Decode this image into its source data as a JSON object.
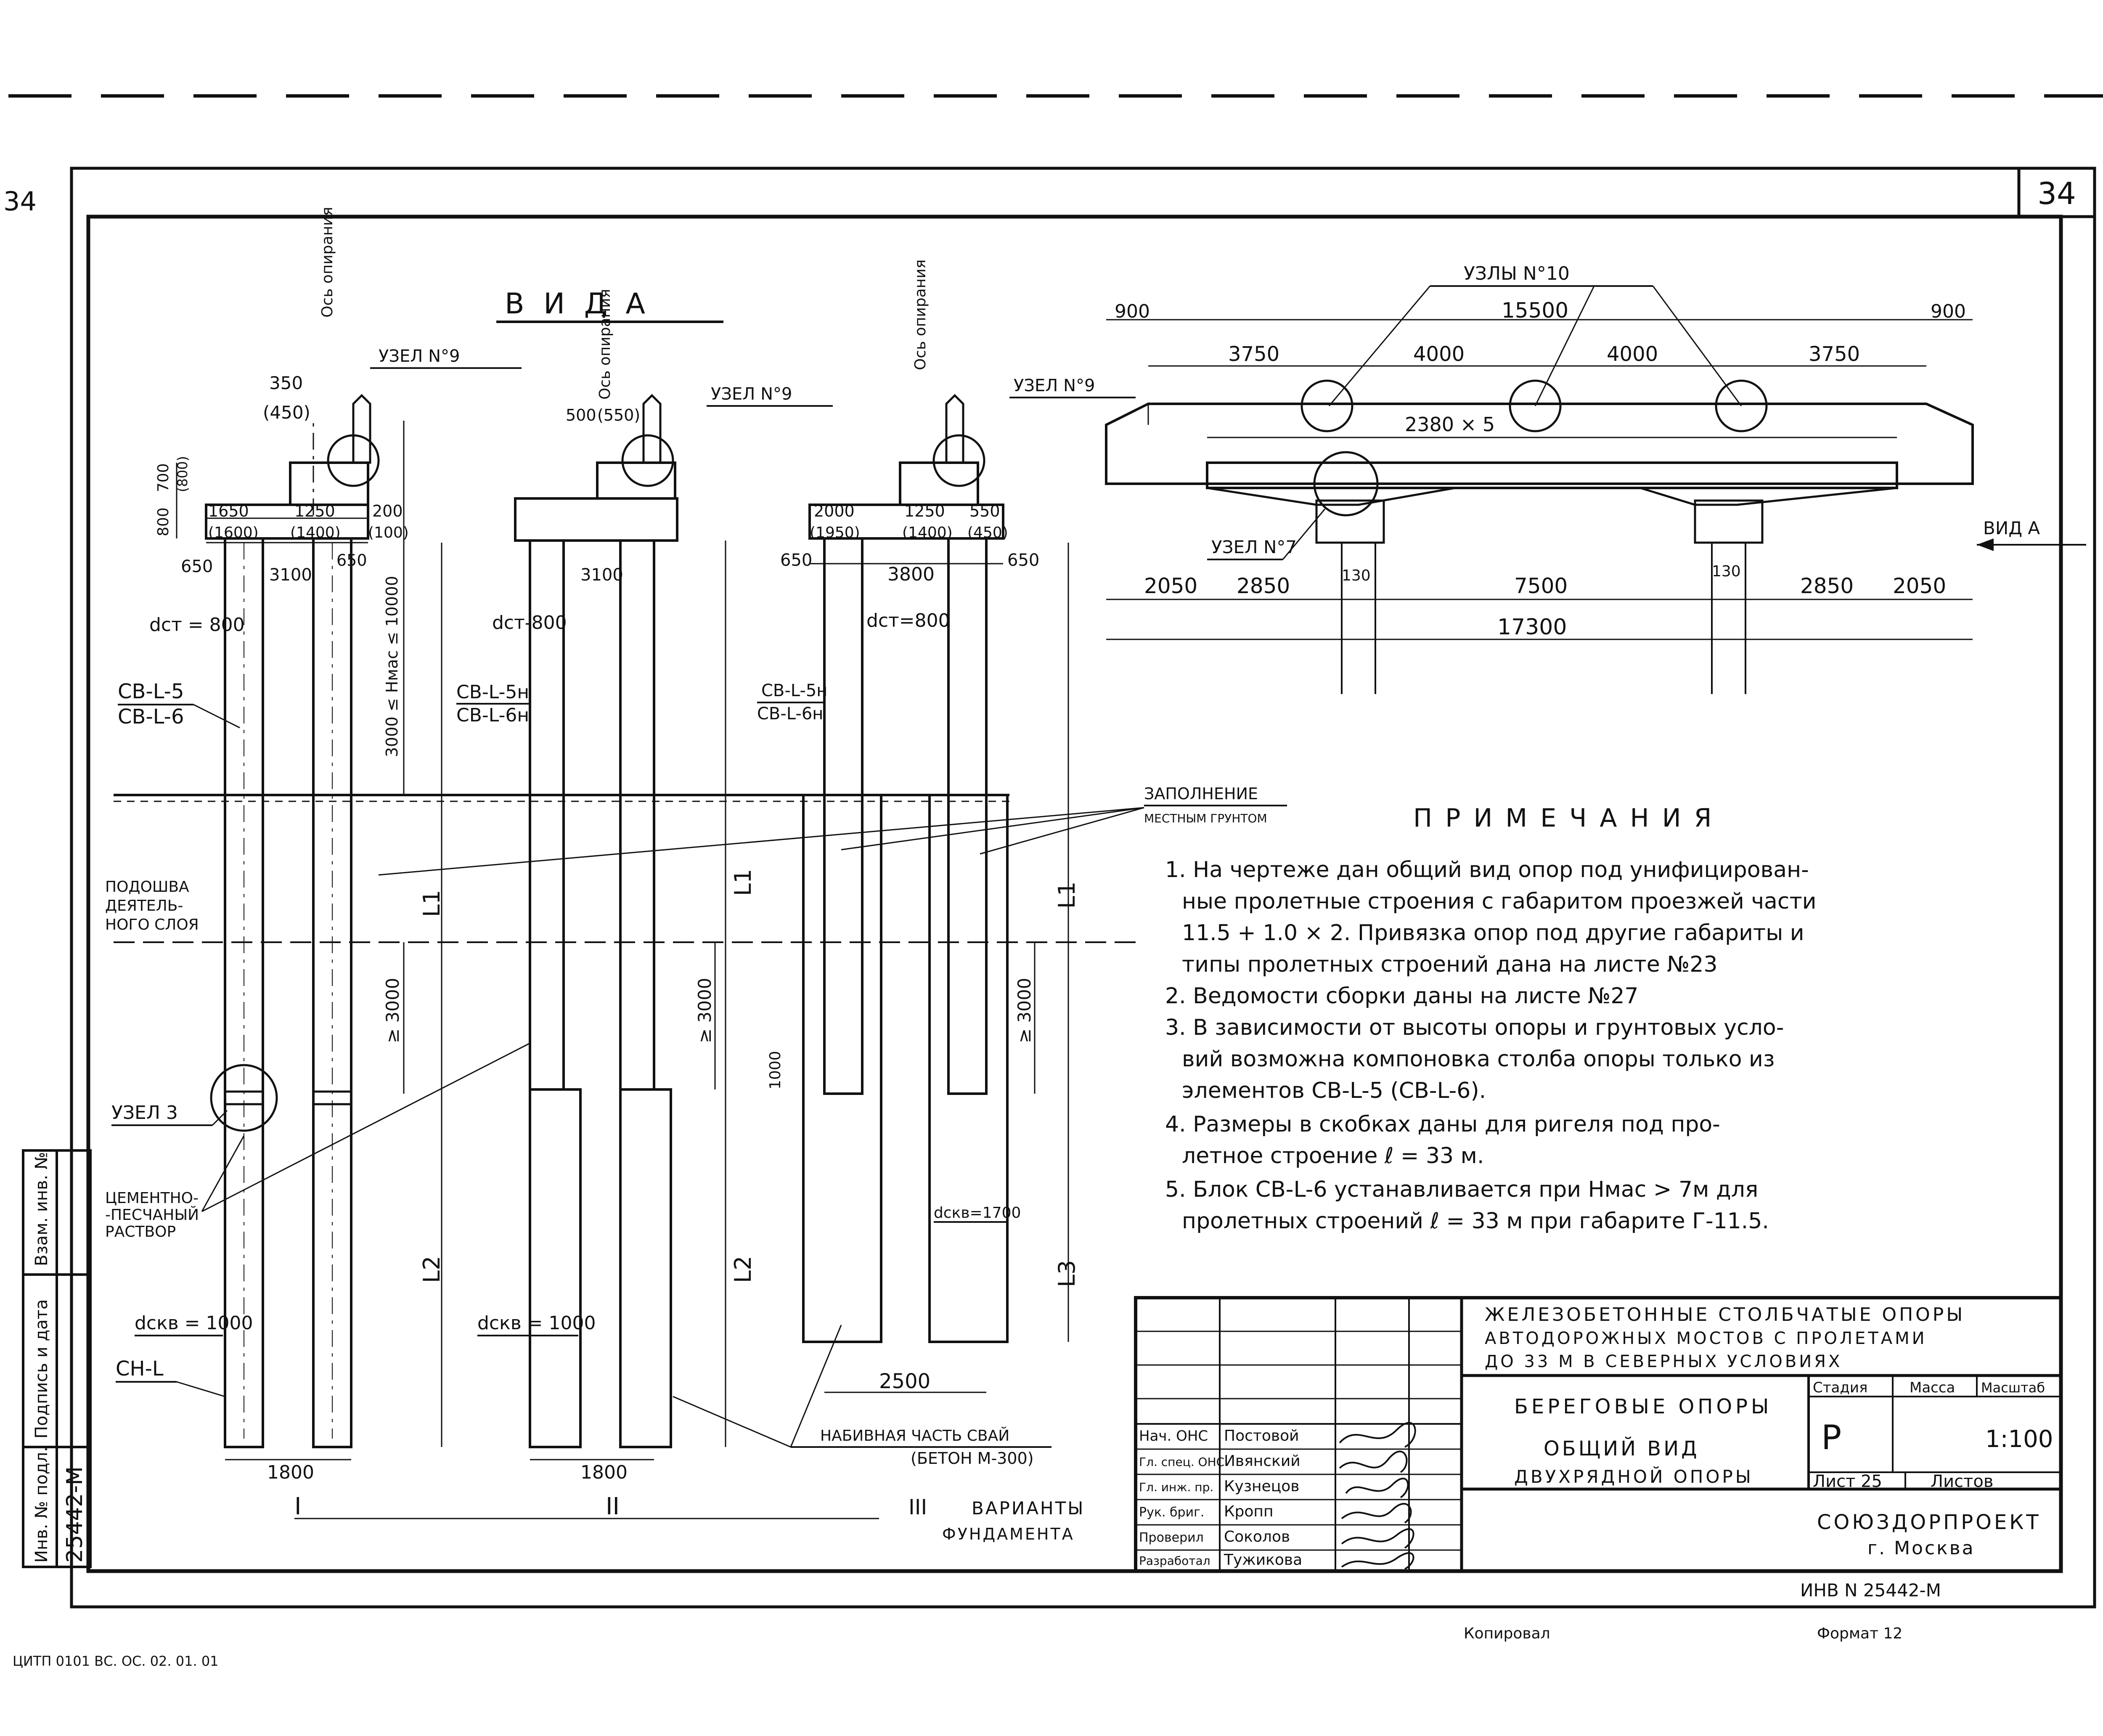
{
  "sheet": {
    "corner_number_left": "34",
    "page_number": "34",
    "stamp_bottom_left": "ЦИТП 0101 ВС. ОС. 02. 01. 01",
    "copied_label": "Копировал",
    "format_label": "Формат 12",
    "inv_number": "ИНВ N 25442-М"
  },
  "side_block": {
    "inv_label": "Инв. № подл.",
    "inv_value": "25442-М",
    "sign_label": "Подпись и дата",
    "vzam_label": "Взам. инв. №"
  },
  "view_a": {
    "title": "В И Д     А",
    "axis_label": "Ось опирания",
    "uzel9": "УЗЕЛ N°9",
    "uzel3": "УЗЕЛ 3",
    "dim_350": "350",
    "dim_450p": "(450)",
    "dim_500": "500",
    "dim_550p": "(550)",
    "dim_700": "700",
    "dim_800p": "(800)",
    "dim_800": "800",
    "dim_1650": "1650",
    "dim_1600p": "(1600)",
    "dim_1250": "1250",
    "dim_1400p": "(1400)",
    "dim_200": "200",
    "dim_100p": "(100)",
    "dim_2000": "2000",
    "dim_1950p": "(1950)",
    "dim_550": "550",
    "dim_450p2": "(450)",
    "dim_650": "650",
    "dim_3100": "3100",
    "dim_3800": "3800",
    "h_range": "3000 ≤ Нмас ≤ 10000",
    "d_st": "dст = 800",
    "d_st2": "dст-800",
    "d_st3": "dст=800",
    "cb5": "СВ-L-5",
    "cb6": "СВ-L-6",
    "cb5n": "СВ-L-5н",
    "cb6n": "СВ-L-6н",
    "fill_1": "ЗАПОЛНЕНИЕ",
    "fill_2": "МЕСТНЫМ ГРУНТОМ",
    "sole_1": "ПОДОШВА",
    "sole_2": "ДЕЯТЕЛЬ-",
    "sole_3": "НОГО СЛОЯ",
    "l1": "L1",
    "l2": "L2",
    "l3": "L3",
    "ge3000": "≥ 3000",
    "d1000": "1000",
    "cement_1": "ЦЕМЕНТНО-",
    "cement_2": "-ПЕСЧАНЫЙ",
    "cement_3": "РАСТВОР",
    "d_skv1": "dскв = 1000",
    "d_skv2": "dскв = 1000",
    "d_skv3": "dскв=1700",
    "ch": "СН-L",
    "d1800a": "1800",
    "d1800b": "1800",
    "d2500": "2500",
    "rom1": "I",
    "rom2": "II",
    "rom3": "III",
    "variants_1": "ВАРИАНТЫ",
    "variants_2": "ФУНДАМЕНТА",
    "bored_1": "НАБИВНАЯ ЧАСТЬ СВАЙ",
    "bored_2": "(БЕТОН М-300)"
  },
  "plan": {
    "uzly10": "УЗЛЫ N°10",
    "d900l": "900",
    "d900r": "900",
    "d15500": "15500",
    "d3750l": "3750",
    "d4000a": "4000",
    "d4000b": "4000",
    "d3750r": "3750",
    "d2380": "2380 × 5",
    "uzel7": "УЗЕЛ N°7",
    "vid_a": "ВИД А",
    "d130a": "130",
    "d130b": "130",
    "d2050l": "2050",
    "d2850l": "2850",
    "d7500": "7500",
    "d2850r": "2850",
    "d2050r": "2050",
    "d17300": "17300"
  },
  "notes": {
    "title": "П Р И М Е Ч А Н И Я",
    "lines": [
      "1. На чертеже дан общий вид опор под унифицирован-",
      "ные пролетные строения с габаритом проезжей части",
      "11.5 + 1.0 × 2.  Привязка опор под другие габариты и",
      "типы пролетных строений дана на листе №23",
      "2. Ведомости сборки даны на листе №27",
      "3. В зависимости от высоты опоры и грунтовых усло-",
      "вий возможна компоновка столба опоры только из",
      "элементов СВ-L-5 (СВ-L-6).",
      "4. Размеры в скобках даны для ригеля под про-",
      "летное строение  ℓ = 33 м.",
      "5. Блок СВ-L-6 устанавливается при Нмас > 7м для",
      "пролетных строений ℓ = 33 м  при габарите Г-11.5."
    ]
  },
  "title_block": {
    "project_1": "ЖЕЛЕЗОБЕТОННЫЕ СТОЛБЧАТЫЕ ОПОРЫ",
    "project_2": "АВТОДОРОЖНЫХ МОСТОВ С ПРОЛЕТАМИ",
    "project_3": "ДО 33 М  В СЕВЕРНЫХ УСЛОВИЯХ",
    "sheet_1": "БЕРЕГОВЫЕ ОПОРЫ",
    "sheet_2": "ОБЩИЙ ВИД",
    "sheet_3": "ДВУХРЯДНОЙ ОПОРЫ",
    "stage_label": "Стадия",
    "mass_label": "Масса",
    "scale_label": "Масштаб",
    "stage_value": "Р",
    "scale_value": "1:100",
    "sheet_label": "Лист 25",
    "sheets_label": "Листов",
    "org_1": "СОЮЗДОРПРОЕКТ",
    "org_2": "г. Москва",
    "roles": [
      {
        "role": "Нач. ОНС",
        "name": "Постовой"
      },
      {
        "role": "Гл. спец. ОНС",
        "name": "Ивянский"
      },
      {
        "role": "Гл. инж. пр.",
        "name": "Кузнецов"
      },
      {
        "role": "Рук. бриг.",
        "name": "Кропп"
      },
      {
        "role": "Проверил",
        "name": "Соколов"
      },
      {
        "role": "Разработал",
        "name": "Тужикова"
      }
    ]
  }
}
